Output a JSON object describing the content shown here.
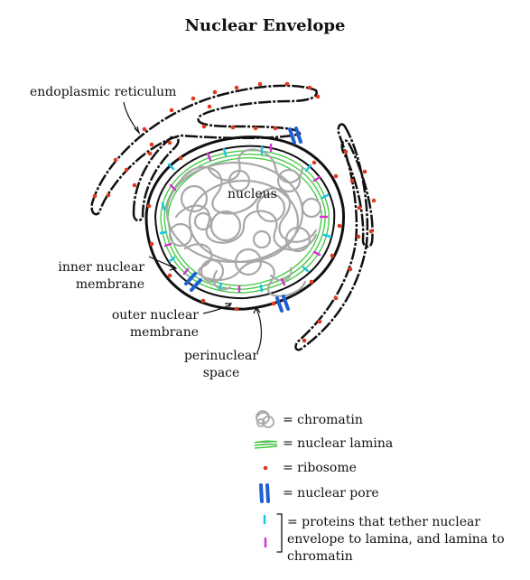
{
  "title": "Nuclear Envelope",
  "labels": {
    "er": "endoplasmic reticulum",
    "nucleus": "nucleus",
    "inner_line1": "inner nuclear",
    "inner_line2": "membrane",
    "outer_line1": "outer nuclear",
    "outer_line2": "membrane",
    "peri_line1": "perinuclear",
    "peri_line2": "space"
  },
  "legend": [
    {
      "key": "chromatin",
      "text": "= chromatin",
      "icon": "chromatin-icon"
    },
    {
      "key": "lamina",
      "text": "= nuclear lamina",
      "icon": "lamina-icon"
    },
    {
      "key": "ribosome",
      "text": "= ribosome",
      "icon": "ribosome-icon"
    },
    {
      "key": "pore",
      "text": "= nuclear pore",
      "icon": "pore-icon"
    },
    {
      "key": "tether",
      "text_lines": [
        "= proteins that tether nuclear",
        "envelope to lamina, and lamina to",
        "chromatin"
      ],
      "icon": "tether-icon"
    }
  ],
  "colors": {
    "membrane": "#111111",
    "chromatin": "#a8a8a8",
    "lamina": "#3cc83c",
    "ribosome": "#e03a1e",
    "pore": "#1f5fd6",
    "tether_cyan": "#19c6e6",
    "tether_magenta": "#d630d6"
  }
}
